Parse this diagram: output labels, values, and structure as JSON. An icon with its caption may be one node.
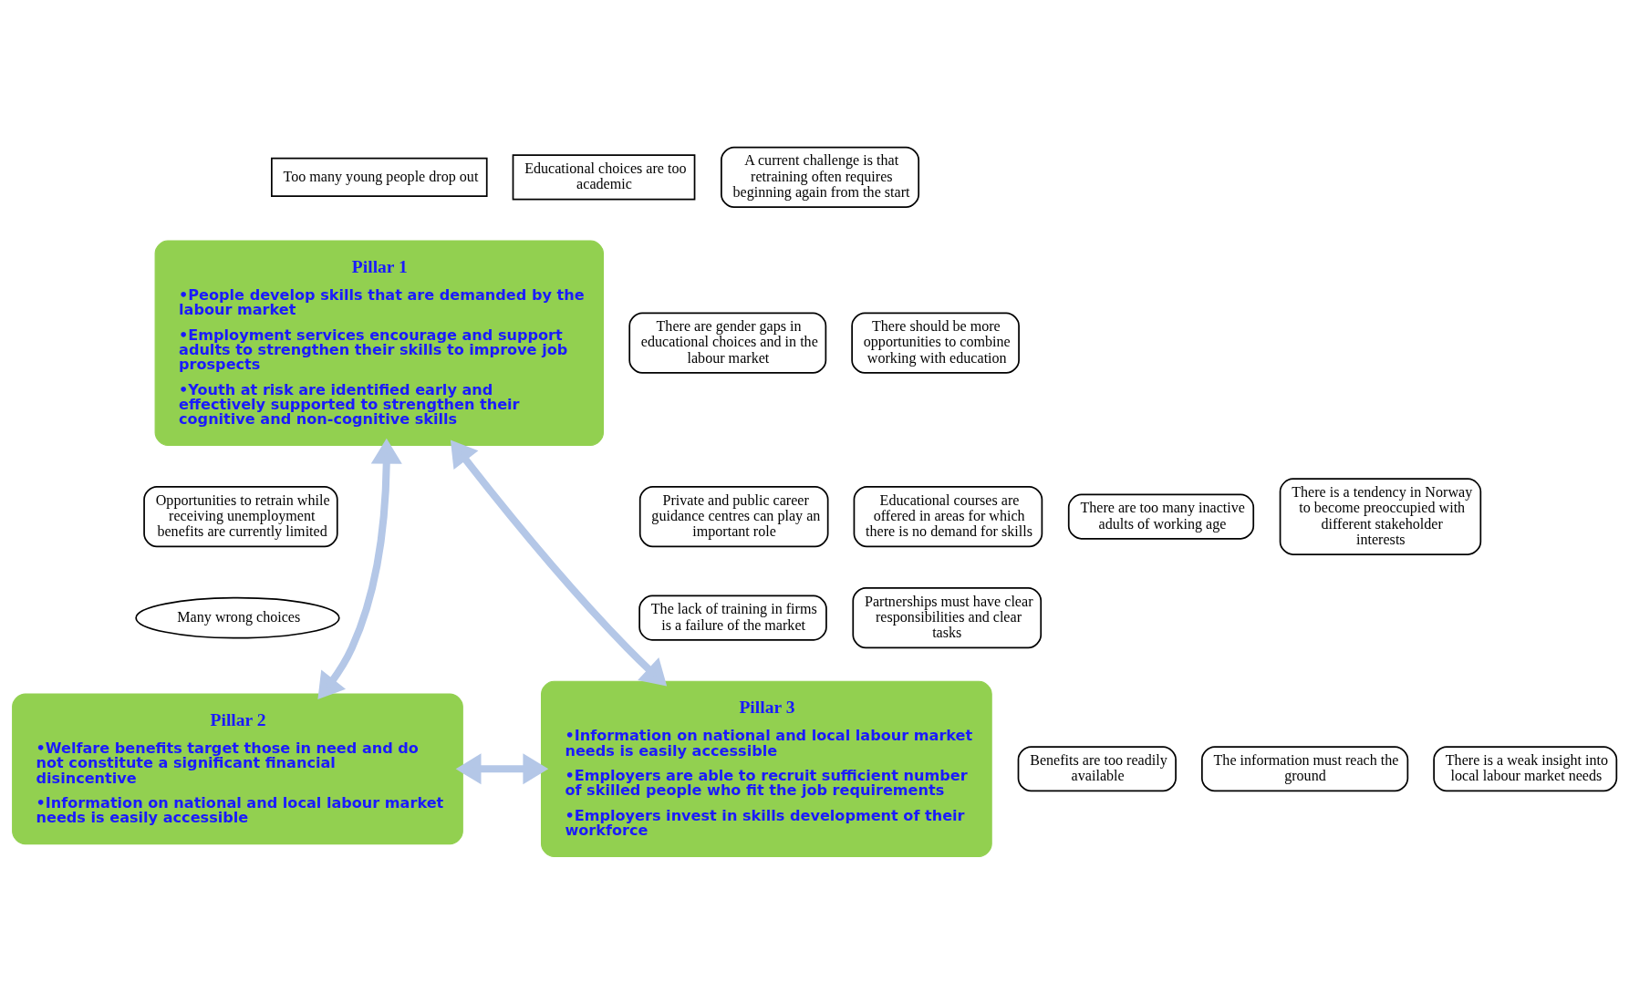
{
  "diagram": {
    "nodes": [
      {
        "text": [
          "Too many young people drop out"
        ]
      },
      {
        "text": [
          "Pillar 1",
          "•People develop skills that are demanded by the labour market",
          "•Employment services encourage and support adults to strengthen their skills to improve job prospects",
          "•Youth at risk are identified early and effectively supported to strengthen their cognitive and non-cognitive skills"
        ]
      },
      {
        "text": [
          "Educational choices are too academic"
        ]
      },
      {
        "text": [
          "There are gender gaps in educational choices and in the labour market"
        ]
      },
      {
        "text": [
          "There should be more opportunities to combine working with education"
        ]
      },
      {
        "text": [
          "A current challenge is that retraining often requires beginning again from the start"
        ]
      },
      {
        "text": [
          "Private and public career guidance centres can play an important role"
        ]
      },
      {
        "text": [
          "Educational courses are offered in areas for which there is no demand for skills"
        ]
      },
      {
        "text": [
          "Opportunities to retrain while receiving unemployment benefits are currently limited"
        ]
      },
      {
        "text": [
          "There are too many inactive adults of working age"
        ]
      },
      {
        "text": [
          "There is a tendency in Norway to become preoccupied with different stakeholder interests"
        ]
      },
      {
        "text": [
          "Many wrong choices"
        ]
      },
      {
        "text": [
          "The lack of training in firms is a failure of the market"
        ]
      },
      {
        "text": [
          "Pillar 2",
          "•Welfare benefits target those in need and do not constitute a significant financial disincentive",
          "•Information on national and local labour market needs is easily accessible"
        ]
      },
      {
        "text": [
          "Partnerships must have clear responsibilities and clear tasks"
        ]
      },
      {
        "text": [
          "Pillar 3",
          "•Information on national and local labour market needs is easily accessible",
          "•Employers are able to recruit sufficient number of skilled people who fit the job requirements",
          "•Employers invest in skills development of their workforce"
        ]
      },
      {
        "text": [
          "Benefits are too readily available"
        ]
      },
      {
        "text": [
          "The information must reach the ground"
        ]
      },
      {
        "text": [
          "There is a weak insight into local labour market needs"
        ]
      }
    ],
    "edges": [
      {
        "from": 1,
        "to": 13,
        "arrow": "both"
      },
      {
        "from": 1,
        "to": 15,
        "arrow": "both"
      },
      {
        "from": 13,
        "to": 15,
        "arrow": "both"
      }
    ]
  }
}
